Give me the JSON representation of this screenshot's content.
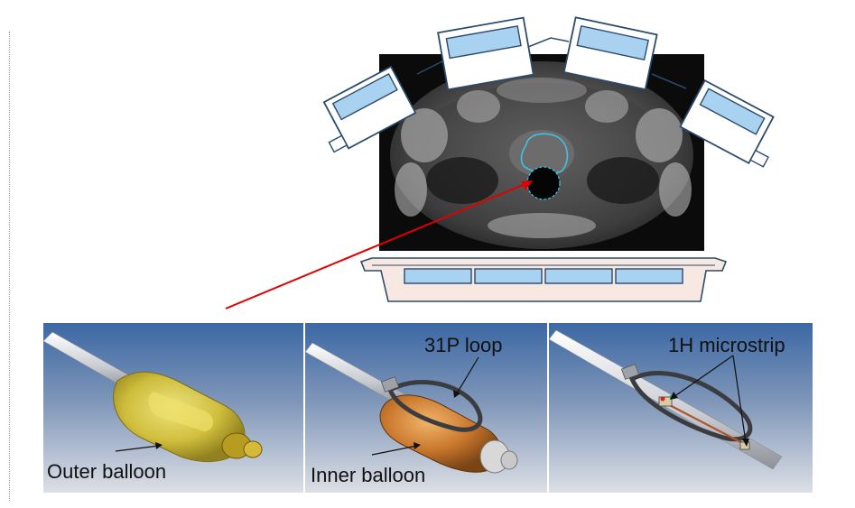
{
  "labels": {
    "outer_balloon": "Outer balloon",
    "inner_balloon": "Inner balloon",
    "p31_loop": "31P loop",
    "h1_microstrip": "1H microstrip"
  },
  "colors": {
    "coil_fill": "#a9d2f0",
    "coil_stroke": "#2c4a6c",
    "table_fill": "#f7e8e1",
    "arrow_red": "#e00000",
    "roi_cyan": "#3fc3e6",
    "panel_sky_top": "#3c68a4",
    "panel_sky_bottom": "#d9dde4"
  },
  "icons": [
    "surface-coil",
    "mri-axial-slice",
    "endorectal-probe"
  ]
}
